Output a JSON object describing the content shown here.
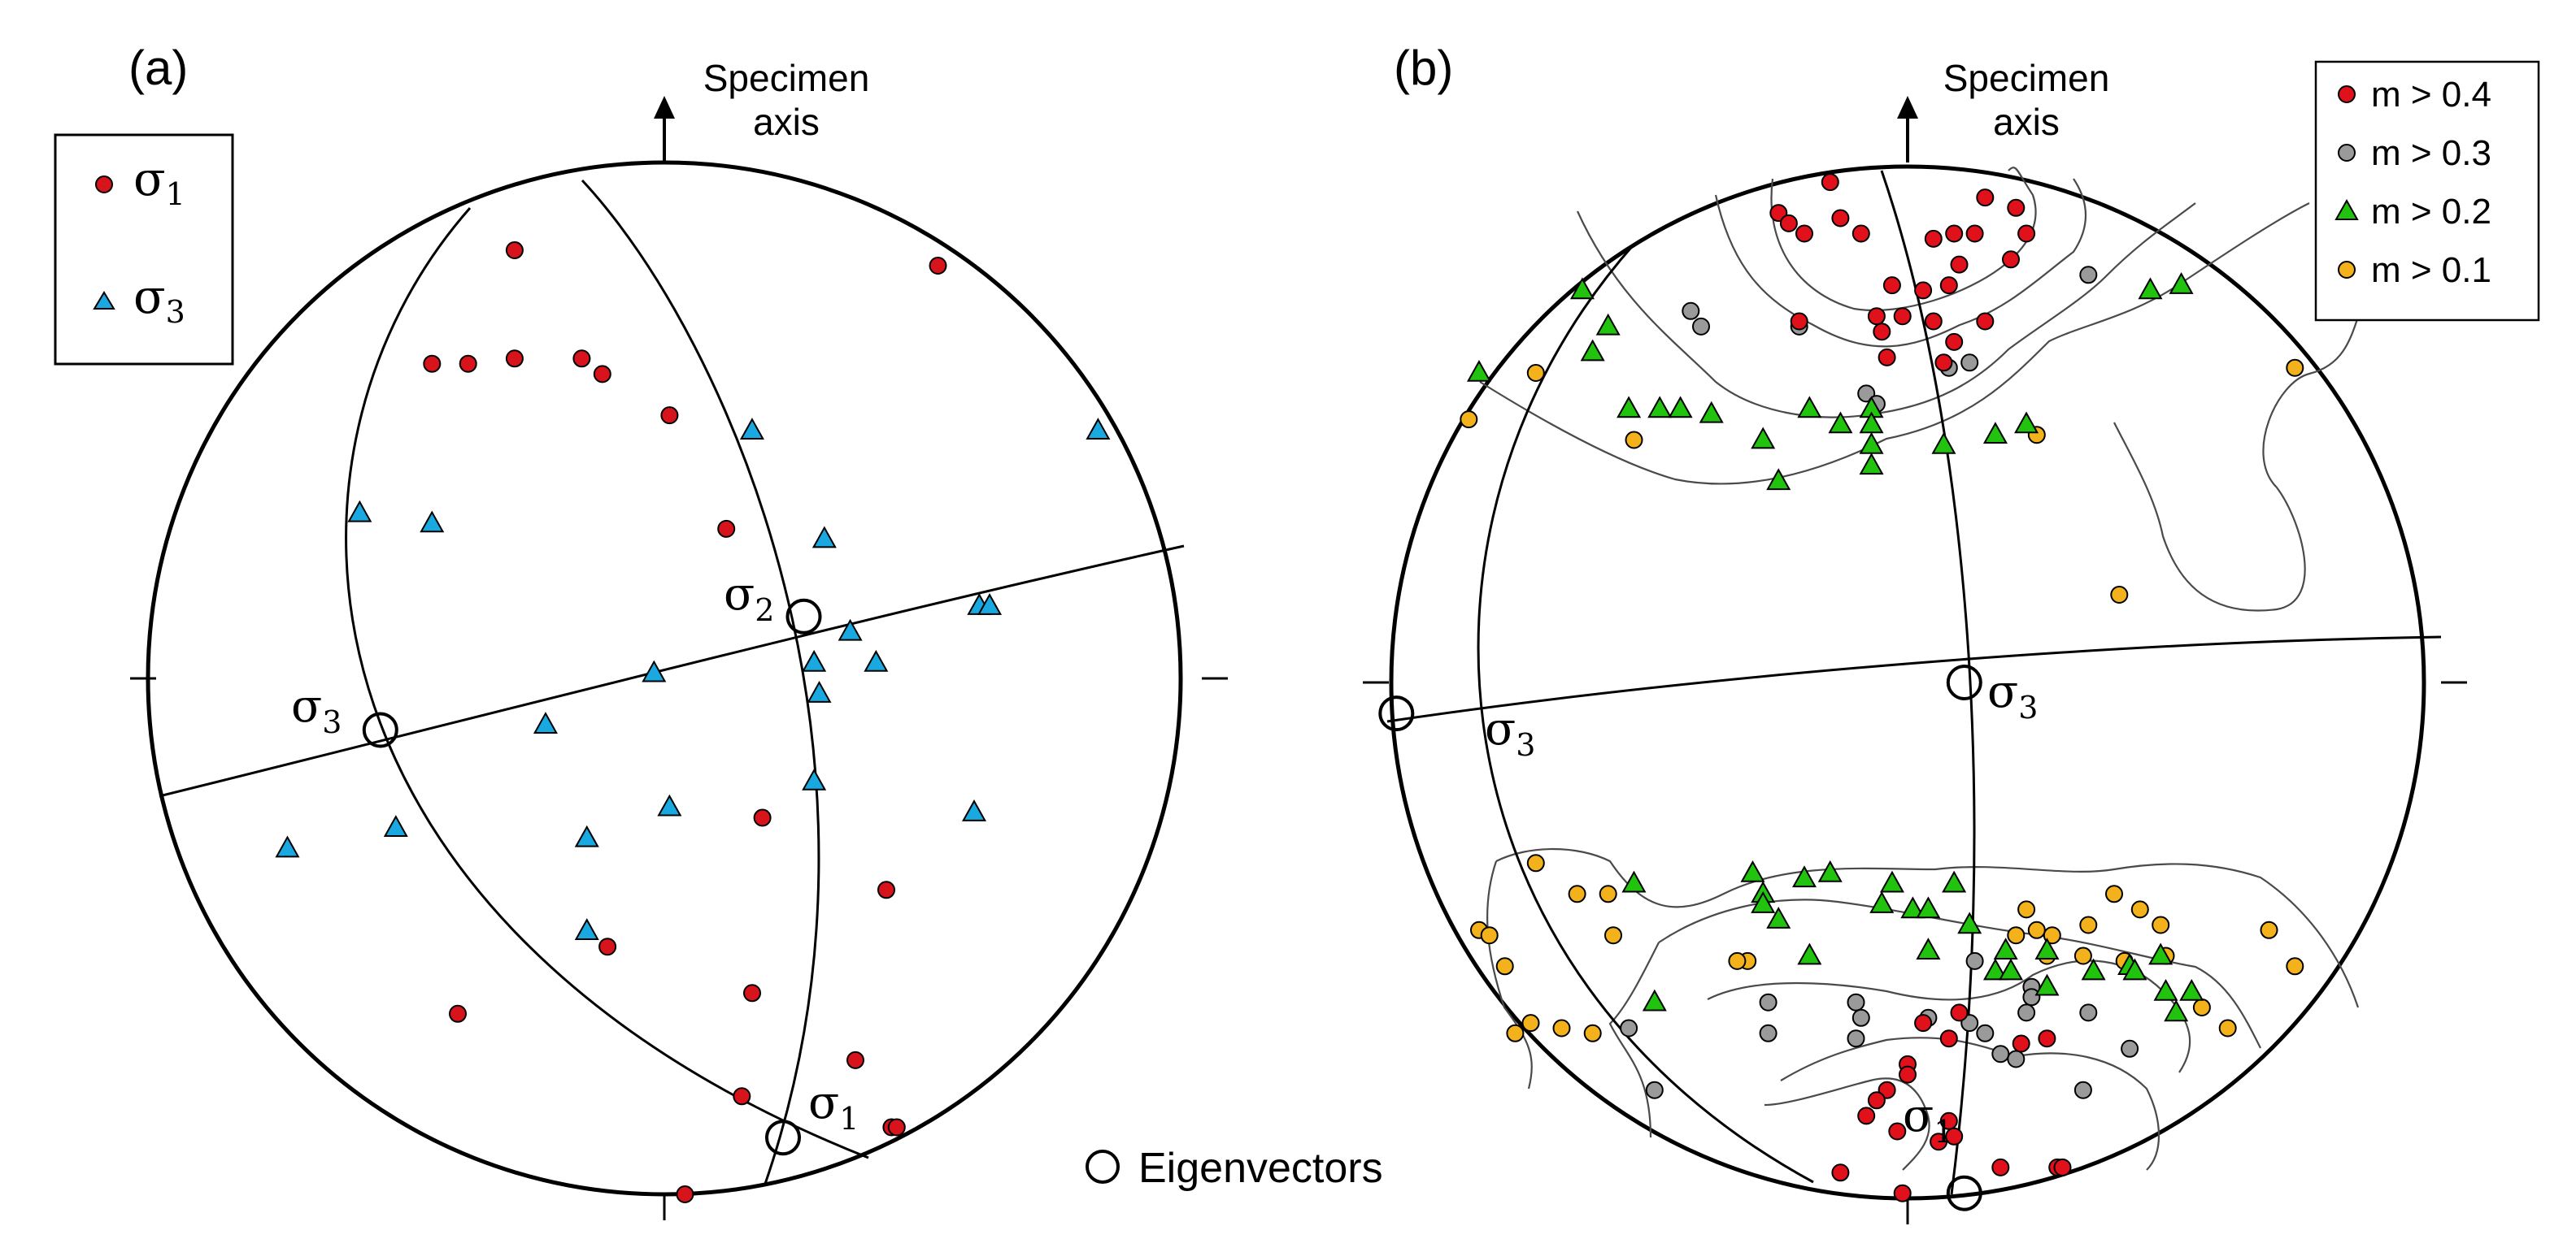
{
  "panel_a": {
    "label": "(a)",
    "axis_label_line1": "Specimen",
    "axis_label_line2": "axis",
    "legend": {
      "sigma1_symbol": "σ",
      "sigma1_sub": "1",
      "sigma3_symbol": "σ",
      "sigma3_sub": "3"
    },
    "eigen_labels": {
      "s1_symbol": "σ",
      "s1_sub": "1",
      "s2_symbol": "σ",
      "s2_sub": "2",
      "s3_symbol": "σ",
      "s3_sub": "3"
    },
    "sigma1_points": [
      [
        -0.29,
        -0.83
      ],
      [
        0.53,
        -0.8
      ],
      [
        -0.45,
        -0.61
      ],
      [
        -0.38,
        -0.61
      ],
      [
        -0.29,
        -0.62
      ],
      [
        -0.16,
        -0.62
      ],
      [
        -0.12,
        -0.59
      ],
      [
        0.01,
        -0.51
      ],
      [
        0.12,
        -0.29
      ],
      [
        0.19,
        0.27
      ],
      [
        0.43,
        0.41
      ],
      [
        -0.11,
        0.52
      ],
      [
        0.17,
        0.61
      ],
      [
        -0.4,
        0.65
      ],
      [
        0.37,
        0.74
      ],
      [
        0.15,
        0.81
      ],
      [
        0.44,
        0.87
      ],
      [
        0.45,
        0.87
      ],
      [
        0.04,
        1.0
      ]
    ],
    "sigma3_points": [
      [
        0.17,
        -0.48
      ],
      [
        0.84,
        -0.48
      ],
      [
        0.31,
        -0.27
      ],
      [
        -0.59,
        -0.32
      ],
      [
        -0.45,
        -0.3
      ],
      [
        0.61,
        -0.14
      ],
      [
        0.63,
        -0.14
      ],
      [
        0.36,
        -0.09
      ],
      [
        0.29,
        -0.03
      ],
      [
        0.41,
        -0.03
      ],
      [
        -0.02,
        -0.01
      ],
      [
        0.3,
        0.03
      ],
      [
        -0.23,
        0.09
      ],
      [
        0.29,
        0.2
      ],
      [
        0.01,
        0.25
      ],
      [
        0.6,
        0.26
      ],
      [
        -0.52,
        0.29
      ],
      [
        -0.73,
        0.33
      ],
      [
        -0.15,
        0.31
      ],
      [
        -0.15,
        0.49
      ]
    ],
    "eigenvectors": {
      "s1": [
        0.23,
        0.89
      ],
      "s2": [
        0.27,
        -0.12
      ],
      "s3": [
        -0.55,
        0.1
      ]
    }
  },
  "panel_b": {
    "label": "(b)",
    "axis_label_line1": "Specimen",
    "axis_label_line2": "axis",
    "legend": [
      {
        "label": "m > 0.4",
        "marker": "circle",
        "color": "#e0111b"
      },
      {
        "label": "m > 0.3",
        "marker": "circle",
        "color": "#9a9a9a"
      },
      {
        "label": "m > 0.2",
        "marker": "triangle",
        "color": "#22c30f"
      },
      {
        "label": "m > 0.1",
        "marker": "circle",
        "color": "#f3b21c"
      }
    ],
    "eigen_labels": {
      "s1_symbol": "σ",
      "s1_sub": "1",
      "s3a_symbol": "σ",
      "s3a_sub": "3",
      "s3b_symbol": "σ",
      "s3b_sub": "3"
    },
    "red_points": [
      [
        -0.15,
        -0.97
      ],
      [
        -0.25,
        -0.91
      ],
      [
        -0.23,
        -0.89
      ],
      [
        -0.13,
        -0.9
      ],
      [
        -0.2,
        -0.87
      ],
      [
        -0.09,
        -0.87
      ],
      [
        0.15,
        -0.94
      ],
      [
        0.21,
        -0.92
      ],
      [
        0.23,
        -0.87
      ],
      [
        0.13,
        -0.87
      ],
      [
        0.09,
        -0.87
      ],
      [
        0.05,
        -0.86
      ],
      [
        0.2,
        -0.82
      ],
      [
        0.1,
        -0.81
      ],
      [
        0.08,
        -0.77
      ],
      [
        0.03,
        -0.76
      ],
      [
        -0.03,
        -0.77
      ],
      [
        -0.06,
        -0.71
      ],
      [
        -0.01,
        -0.71
      ],
      [
        0.15,
        -0.7
      ],
      [
        0.05,
        -0.7
      ],
      [
        -0.21,
        -0.7
      ],
      [
        -0.05,
        -0.68
      ],
      [
        0.09,
        -0.66
      ],
      [
        0.07,
        -0.62
      ],
      [
        -0.04,
        -0.63
      ],
      [
        0.1,
        0.64
      ],
      [
        0.08,
        0.69
      ],
      [
        0.03,
        0.66
      ],
      [
        0.27,
        0.69
      ],
      [
        0.22,
        0.7
      ],
      [
        0.0,
        0.74
      ],
      [
        0.0,
        0.76
      ],
      [
        -0.04,
        0.79
      ],
      [
        -0.06,
        0.81
      ],
      [
        0.08,
        0.85
      ],
      [
        -0.08,
        0.84
      ],
      [
        -0.02,
        0.87
      ],
      [
        0.06,
        0.89
      ],
      [
        0.09,
        0.88
      ],
      [
        0.18,
        0.94
      ],
      [
        0.29,
        0.94
      ],
      [
        0.3,
        0.94
      ],
      [
        -0.13,
        0.95
      ],
      [
        -0.01,
        0.99
      ]
    ],
    "gray_points": [
      [
        0.35,
        -0.79
      ],
      [
        -0.42,
        -0.72
      ],
      [
        -0.21,
        -0.69
      ],
      [
        -0.4,
        -0.69
      ],
      [
        0.08,
        -0.61
      ],
      [
        0.12,
        -0.62
      ],
      [
        -0.08,
        -0.56
      ],
      [
        -0.06,
        -0.54
      ],
      [
        0.13,
        0.54
      ],
      [
        0.24,
        0.59
      ],
      [
        -0.27,
        0.62
      ],
      [
        0.24,
        0.61
      ],
      [
        -0.1,
        0.62
      ],
      [
        0.23,
        0.64
      ],
      [
        0.04,
        0.65
      ],
      [
        0.12,
        0.66
      ],
      [
        0.35,
        0.64
      ],
      [
        -0.54,
        0.67
      ],
      [
        -0.09,
        0.65
      ],
      [
        0.15,
        0.68
      ],
      [
        -0.27,
        0.68
      ],
      [
        0.18,
        0.72
      ],
      [
        0.21,
        0.73
      ],
      [
        -0.1,
        0.69
      ],
      [
        0.43,
        0.71
      ],
      [
        0.34,
        0.79
      ],
      [
        -0.49,
        0.79
      ]
    ],
    "green_points": [
      [
        0.47,
        -0.76
      ],
      [
        0.53,
        -0.77
      ],
      [
        -0.63,
        -0.76
      ],
      [
        -0.58,
        -0.69
      ],
      [
        -0.61,
        -0.64
      ],
      [
        -0.83,
        -0.6
      ],
      [
        -0.54,
        -0.53
      ],
      [
        -0.48,
        -0.53
      ],
      [
        -0.44,
        -0.53
      ],
      [
        -0.38,
        -0.52
      ],
      [
        -0.19,
        -0.53
      ],
      [
        -0.13,
        -0.5
      ],
      [
        -0.07,
        -0.53
      ],
      [
        -0.07,
        -0.5
      ],
      [
        0.07,
        -0.46
      ],
      [
        0.17,
        -0.48
      ],
      [
        -0.28,
        -0.47
      ],
      [
        -0.07,
        -0.46
      ],
      [
        -0.07,
        -0.42
      ],
      [
        -0.25,
        -0.39
      ],
      [
        0.23,
        -0.5
      ],
      [
        -0.53,
        0.39
      ],
      [
        -0.3,
        0.37
      ],
      [
        -0.28,
        0.41
      ],
      [
        -0.2,
        0.38
      ],
      [
        -0.15,
        0.37
      ],
      [
        -0.03,
        0.39
      ],
      [
        -0.05,
        0.43
      ],
      [
        0.09,
        0.39
      ],
      [
        0.01,
        0.44
      ],
      [
        0.04,
        0.44
      ],
      [
        -0.28,
        0.43
      ],
      [
        0.12,
        0.47
      ],
      [
        -0.25,
        0.46
      ],
      [
        -0.19,
        0.53
      ],
      [
        0.04,
        0.52
      ],
      [
        0.19,
        0.52
      ],
      [
        0.17,
        0.56
      ],
      [
        0.27,
        0.52
      ],
      [
        0.2,
        0.56
      ],
      [
        0.36,
        0.56
      ],
      [
        0.27,
        0.59
      ],
      [
        0.43,
        0.55
      ],
      [
        0.44,
        0.56
      ],
      [
        0.49,
        0.53
      ],
      [
        0.5,
        0.6
      ],
      [
        0.52,
        0.64
      ],
      [
        0.55,
        0.6
      ],
      [
        -0.49,
        0.62
      ]
    ],
    "orange_points": [
      [
        0.75,
        -0.61
      ],
      [
        -0.72,
        -0.6
      ],
      [
        -0.85,
        -0.51
      ],
      [
        0.25,
        -0.48
      ],
      [
        -0.53,
        -0.47
      ],
      [
        0.41,
        -0.17
      ],
      [
        -0.72,
        0.35
      ],
      [
        -0.64,
        0.41
      ],
      [
        -0.58,
        0.41
      ],
      [
        0.23,
        0.44
      ],
      [
        0.4,
        0.41
      ],
      [
        0.45,
        0.44
      ],
      [
        -0.83,
        0.48
      ],
      [
        -0.81,
        0.49
      ],
      [
        0.28,
        0.49
      ],
      [
        0.21,
        0.49
      ],
      [
        0.25,
        0.48
      ],
      [
        0.35,
        0.47
      ],
      [
        0.49,
        0.47
      ],
      [
        0.7,
        0.48
      ],
      [
        0.75,
        0.55
      ],
      [
        -0.57,
        0.49
      ],
      [
        -0.31,
        0.54
      ],
      [
        -0.33,
        0.54
      ],
      [
        0.27,
        0.53
      ],
      [
        0.34,
        0.53
      ],
      [
        0.42,
        0.54
      ],
      [
        0.5,
        0.53
      ],
      [
        -0.78,
        0.55
      ],
      [
        0.57,
        0.63
      ],
      [
        -0.73,
        0.66
      ],
      [
        -0.67,
        0.67
      ],
      [
        0.62,
        0.67
      ],
      [
        -0.76,
        0.68
      ],
      [
        -0.61,
        0.68
      ]
    ],
    "eigenvectors": {
      "s1": [
        0.11,
        0.99
      ],
      "s3": [
        0.11,
        0.0
      ],
      "s3b": [
        -0.99,
        0.06
      ]
    }
  },
  "eigen_legend_label": "Eigenvectors",
  "colors": {
    "sigma1": "#d7131b",
    "sigma3": "#19a8df",
    "red": "#e0111b",
    "gray": "#9a9a9a",
    "green": "#22c30f",
    "orange": "#f3b21c"
  }
}
